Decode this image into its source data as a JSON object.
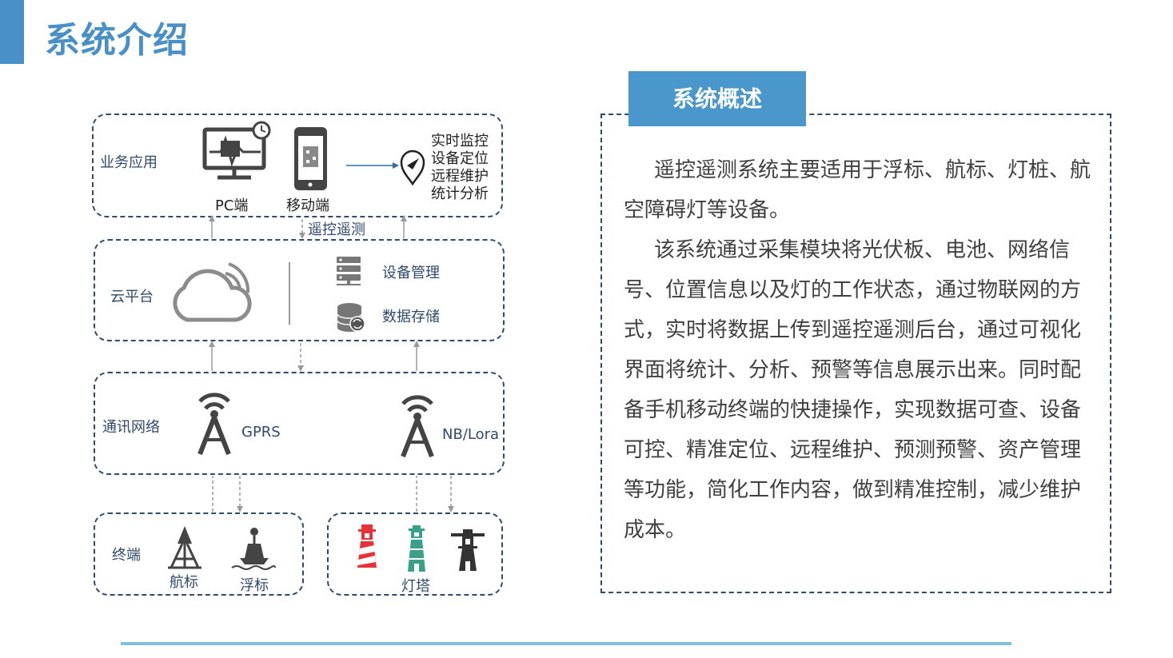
{
  "title": "系统介绍",
  "diagram": {
    "layers": {
      "business": {
        "label": "业务应用",
        "pc": "PC端",
        "mobile": "移动端",
        "functions": [
          "实时监控",
          "设备定位",
          "远程维护",
          "统计分析"
        ]
      },
      "link": "遥控遥测",
      "cloud": {
        "label": "云平台",
        "device_mgmt": "设备管理",
        "storage": "数据存储"
      },
      "network": {
        "label": "通讯网络",
        "gprs": "GPRS",
        "nb": "NB/Lora"
      },
      "terminal": {
        "label": "终端",
        "hangbiao": "航标",
        "fubiao": "浮标",
        "lighthouse": "灯塔"
      }
    }
  },
  "panel": {
    "heading": "系统概述",
    "paragraphs": [
      "遥控遥测系统主要适用于浮标、航标、灯桩、航空障碍灯等设备。",
      "该系统通过采集模块将光伏板、电池、网络信号、位置信息以及灯的工作状态，通过物联网的方式，实时将数据上传到遥控遥测后台，通过可视化界面将统计、分析、预警等信息展示出来。同时配备手机移动终端的快捷操作，实现数据可查、设备可控、精准定位、远程维护、预测预警、资产管理等功能，简化工作内容，做到精准控制，减少维护成本。"
    ]
  },
  "colors": {
    "accent": "#4a90c8",
    "border": "#2f4a6d",
    "icon": "#444444",
    "lighthouse_red": "#e8323a",
    "lighthouse_teal": "#3aa08a"
  }
}
